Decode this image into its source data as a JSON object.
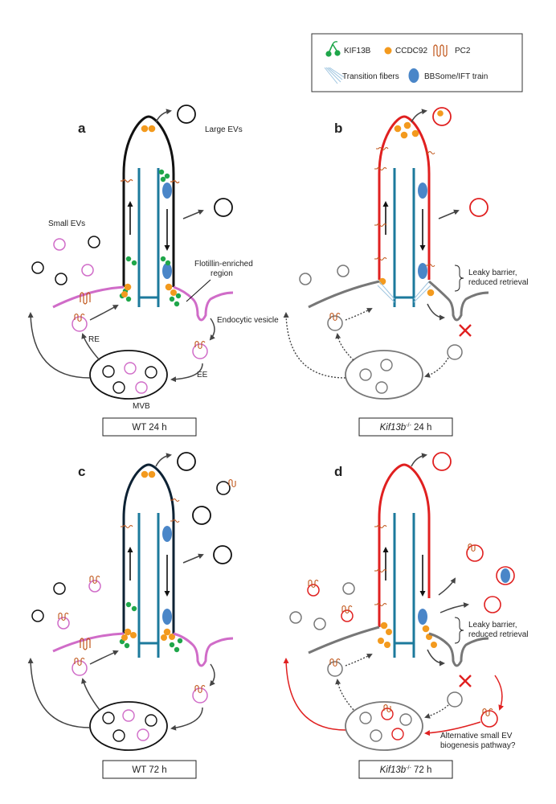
{
  "legend": {
    "kif13b": "KIF13B",
    "ccdc92": "CCDC92",
    "pc2": "PC2",
    "transition_fibers": "Transition fibers",
    "bbsome": "BBSome/IFT train"
  },
  "panels": {
    "a": {
      "letter": "a",
      "caption": "WT 24 h"
    },
    "b": {
      "letter": "b",
      "caption_gene": "Kif13b",
      "caption_sup": "-/-",
      "caption_rest": " 24 h"
    },
    "c": {
      "letter": "c",
      "caption": "WT 72 h"
    },
    "d": {
      "letter": "d",
      "caption_gene": "Kif13b",
      "caption_sup": "-/-",
      "caption_rest": " 72 h"
    }
  },
  "labels": {
    "large_evs": "Large EVs",
    "small_evs": "Small EVs",
    "flotillin_line1": "Flotillin-enriched",
    "flotillin_line2": "region",
    "endocytic": "Endocytic vesicle",
    "re": "RE",
    "ee": "EE",
    "mvb": "MVB",
    "leaky_line1": "Leaky barrier,",
    "leaky_line2": "reduced retrieval",
    "alt_line1": "Alternative small EV",
    "alt_line2": "biogenesis pathway?"
  },
  "colors": {
    "kif13b": "#1fa64a",
    "ccdc92": "#f39a1e",
    "pc2": "#c0561a",
    "bbsome": "#4a86c8",
    "axoneme": "#1c7a9c",
    "wt_membrane": "#111111",
    "mutant_membrane": "#e02020",
    "plasma_membrane": "#d06cc8",
    "mutant_plasma": "#777777",
    "arrow": "#444444"
  }
}
